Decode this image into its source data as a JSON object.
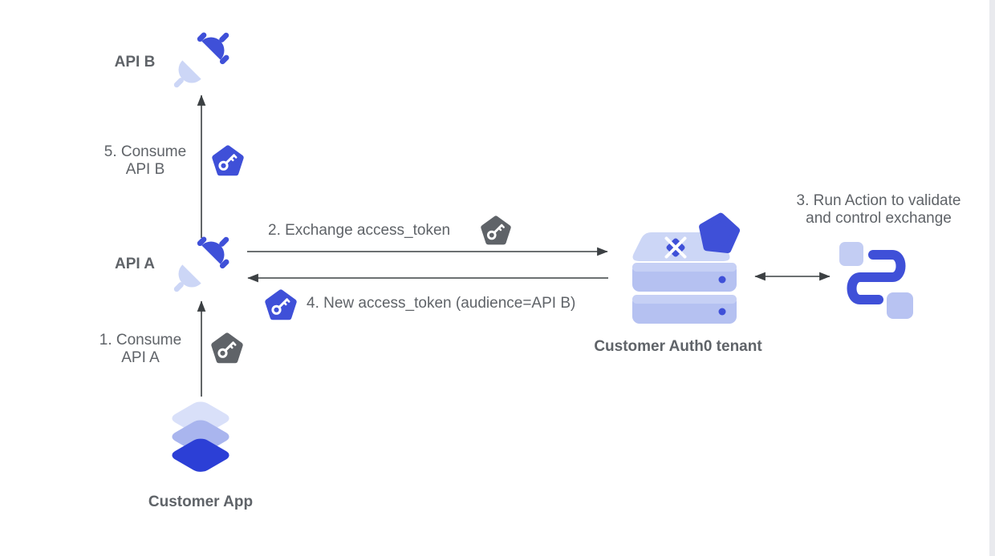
{
  "diagram": {
    "kind": "token-exchange-flow",
    "nodes": {
      "api_b": {
        "label": "API B",
        "icon": "plug-connector-icon"
      },
      "api_a": {
        "label": "API A",
        "icon": "plug-connector-icon"
      },
      "customer_app": {
        "label": "Customer App",
        "icon": "layers-stack-icon"
      },
      "auth0_tenant": {
        "label": "Customer Auth0 tenant",
        "icon": "server-stack-icon"
      },
      "action": {
        "icon": "action-flow-icon"
      }
    },
    "steps": {
      "s1": {
        "line1": "1. Consume",
        "line2": "API A",
        "token_icon": "access-token-gray-icon"
      },
      "s2": {
        "label": "2. Exchange access_token",
        "token_icon": "access-token-gray-icon"
      },
      "s3": {
        "line1": "3. Run Action to validate",
        "line2": "and control exchange"
      },
      "s4": {
        "label": "4. New access_token (audience=API B)",
        "token_icon": "access-token-blue-icon"
      },
      "s5": {
        "line1": "5. Consume",
        "line2": "API B",
        "token_icon": "access-token-blue-icon"
      }
    }
  },
  "colors": {
    "accent-blue": "#3f50d8",
    "strong-blue": "#2c3fd6",
    "light-lavender": "#ccd6f6",
    "mid-lavender": "#a9b5ee",
    "server-body": "#b5c1f1",
    "server-strip": "#c6d0f5",
    "square-light": "#c3cdf3",
    "square-mid": "#b8c3f2",
    "gray-token": "#5f6368",
    "text-gray": "#5f6368",
    "arrow-gray": "#3c4043"
  }
}
